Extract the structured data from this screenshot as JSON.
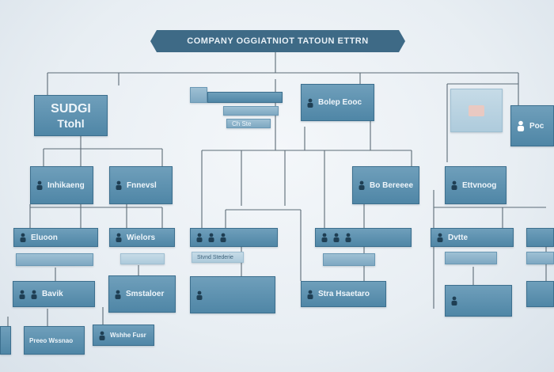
{
  "title": "COMPANY OGGIATNIOT TATOUN ETTRN",
  "colors": {
    "node": "#4f86a6",
    "line": "#5a6a75",
    "banner": "#3e6a86"
  },
  "nodes": {
    "top_left": {
      "label": "SUDGI",
      "sub": "Ttohl"
    },
    "top_mid_a": {
      "label": "",
      "sub": ""
    },
    "top_mid_b": {
      "label": "",
      "sub": ""
    },
    "top_mid_c": {
      "label": "Ch Ste"
    },
    "top_center": {
      "label": "Bolep Eooc",
      "sub": ""
    },
    "top_right_img": {
      "label": ""
    },
    "top_right": {
      "label": "Poc"
    },
    "l2_a": {
      "label": "Inhikaeng",
      "sub": ""
    },
    "l2_b": {
      "label": "Fnnevsl",
      "sub": ""
    },
    "l2_c": {
      "label": "Bo Bereeee",
      "sub": ""
    },
    "l2_d": {
      "label": "Ettvnoog",
      "sub": ""
    },
    "l3_a": {
      "label": "Eluoon",
      "sub": ""
    },
    "l3_b": {
      "label": "Wielors",
      "sub": ""
    },
    "l3_c": {
      "label": "",
      "sub": ""
    },
    "l3_d": {
      "label": "",
      "sub": ""
    },
    "l3_e": {
      "label": "Dvtte",
      "sub": ""
    },
    "l4_a": {
      "label": "",
      "sub": ""
    },
    "l4_b": {
      "label": "",
      "sub": ""
    },
    "l4_c": {
      "label": "Stvnd Stederie",
      "sub": ""
    },
    "l4_d": {
      "label": "",
      "sub": ""
    },
    "l4_e": {
      "label": "",
      "sub": ""
    },
    "l5_a": {
      "label": "Bavik",
      "sub": ""
    },
    "l5_b": {
      "label": "Smstaloer",
      "sub": ""
    },
    "l5_c": {
      "label": "",
      "sub": ""
    },
    "l5_d": {
      "label": "Stra Hsaetaro",
      "sub": ""
    },
    "l5_e": {
      "label": "",
      "sub": ""
    },
    "l6_a": {
      "label": "Preeo Wssnao",
      "sub": ""
    },
    "l6_b": {
      "label": "Wshhe Fusr",
      "sub": ""
    }
  }
}
